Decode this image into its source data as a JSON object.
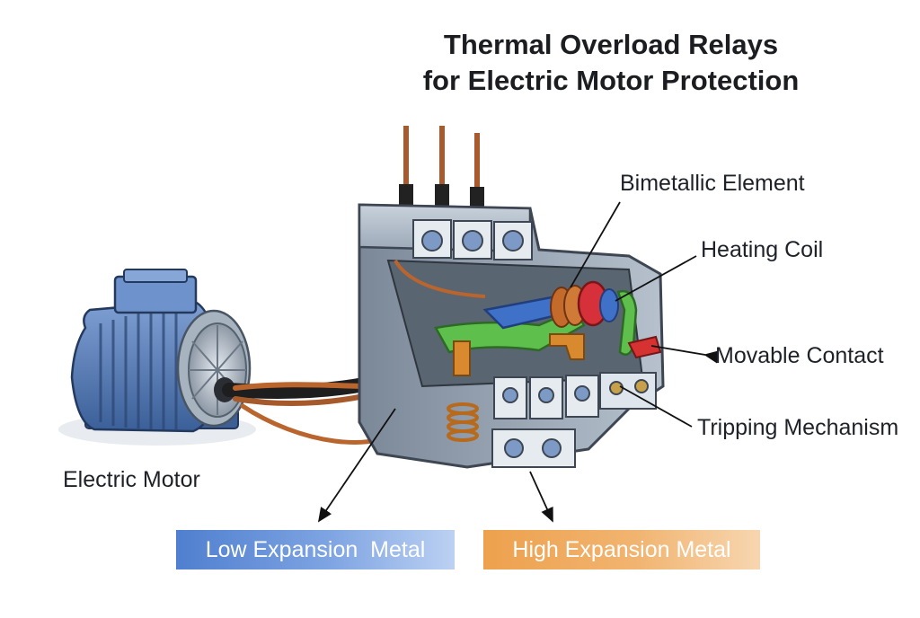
{
  "title": {
    "line1": "Thermal Overload Relays",
    "line2": "for Electric Motor Protection"
  },
  "labels": {
    "bimetallic_element": "Bimetallic Element",
    "heating_coil": "Heating Coil",
    "movable_contact": "Movable Contact",
    "tripping_mechanism": "Tripping Mechanism",
    "electric_motor": "Electric Motor",
    "low_expansion_metal": "Low Expansion  Metal",
    "high_expansion_metal": "High Expansion Metal"
  },
  "colors": {
    "low_expansion": "#5a86d6",
    "high_expansion": "#ee9f4e",
    "bimetal_blue": "#3f71c9",
    "bimetal_green": "#5fbf4d",
    "coil_copper": "#c46a2a",
    "coil_red": "#d6303a",
    "relay_gray": "#8f9cab",
    "motor_blue": "#5277b0"
  }
}
